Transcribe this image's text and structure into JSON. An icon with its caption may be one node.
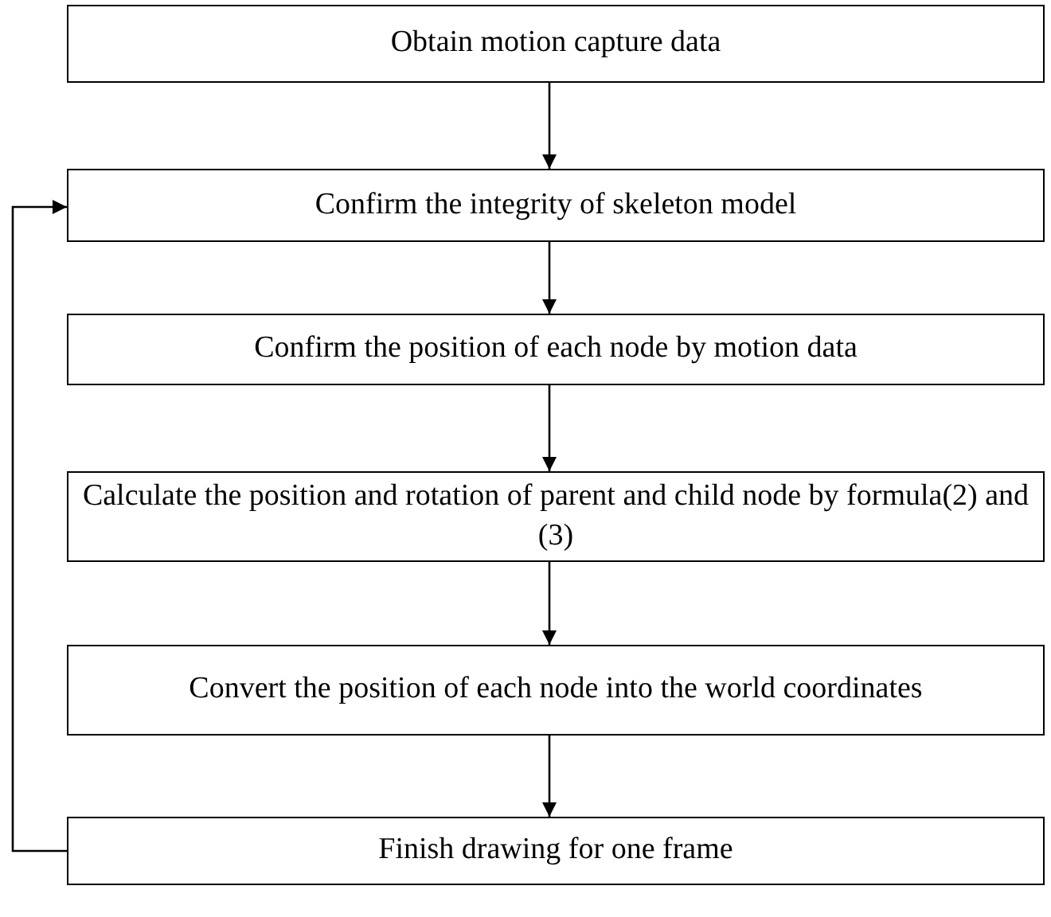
{
  "diagram": {
    "nodes": [
      {
        "text": [
          "Obtain motion capture data"
        ]
      },
      {
        "text": [
          "Confirm the integrity of skeleton model"
        ]
      },
      {
        "text": [
          "Confirm the position of each node by motion data"
        ]
      },
      {
        "text": [
          "Calculate the position and rotation of parent and child node by formula(2) and (3)"
        ]
      },
      {
        "text": [
          "Convert the position of each node into the world coordinates"
        ]
      },
      {
        "text": [
          "Finish drawing for one frame"
        ]
      }
    ],
    "edges": [
      {
        "from": 0,
        "to": 1,
        "arrow": "to"
      },
      {
        "from": 1,
        "to": 2,
        "arrow": "to"
      },
      {
        "from": 2,
        "to": 3,
        "arrow": "to"
      },
      {
        "from": 3,
        "to": 4,
        "arrow": "to"
      },
      {
        "from": 4,
        "to": 5,
        "arrow": "to"
      },
      {
        "from": 5,
        "to": 1,
        "arrow": "to"
      }
    ]
  }
}
